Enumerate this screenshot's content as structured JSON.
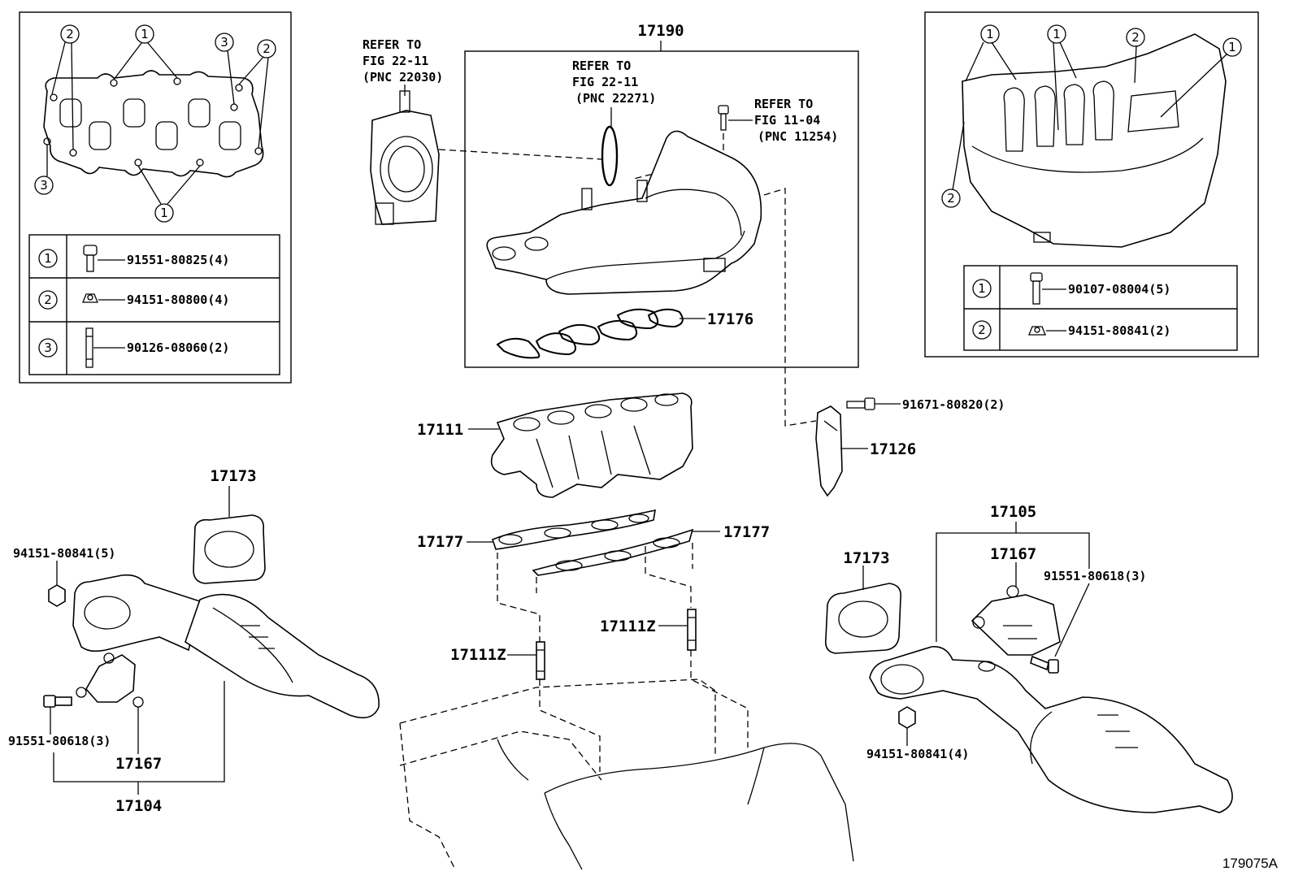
{
  "figure_code": "179075A",
  "parts": {
    "intake_manifold_assy": "17190",
    "intake_manifold_gasket_upper": "17176",
    "intake_manifold_lower": "17111",
    "manifold_stay": "17126",
    "stay_bolt": "91671-80820(2)",
    "lower_gasket_left": "17177",
    "lower_gasket_right": "17177",
    "stud_left": "17111Z",
    "stud_right": "17111Z",
    "left_exhaust_gasket": "17173",
    "left_nut": "94151-80841(5)",
    "left_bolt": "91551-80618(3)",
    "left_bracket": "17167",
    "left_exhaust_assy": "17104",
    "right_exhaust_gasket": "17173",
    "right_exhaust_assy": "17105",
    "right_bracket": "17167",
    "right_bolt": "91551-80618(3)",
    "right_nut": "94151-80841(4)"
  },
  "refs": {
    "throttle": [
      "REFER TO",
      "FIG 22-11",
      "(PNC 22030)"
    ],
    "oring": [
      "REFER TO",
      "FIG 22-11",
      "(PNC 22271)"
    ],
    "bolt": [
      "REFER TO",
      "FIG 11-04",
      "(PNC 11254)"
    ]
  },
  "inset_left": {
    "callouts": [
      "2",
      "1",
      "3",
      "2",
      "3",
      "1"
    ],
    "table": [
      {
        "ref": "1",
        "part": "91551-80825(4)"
      },
      {
        "ref": "2",
        "part": "94151-80800(4)"
      },
      {
        "ref": "3",
        "part": "90126-08060(2)"
      }
    ]
  },
  "inset_right": {
    "callouts": [
      "1",
      "1",
      "2",
      "1",
      "2"
    ],
    "table": [
      {
        "ref": "1",
        "part": "90107-08004(5)"
      },
      {
        "ref": "2",
        "part": "94151-80841(2)"
      }
    ]
  }
}
